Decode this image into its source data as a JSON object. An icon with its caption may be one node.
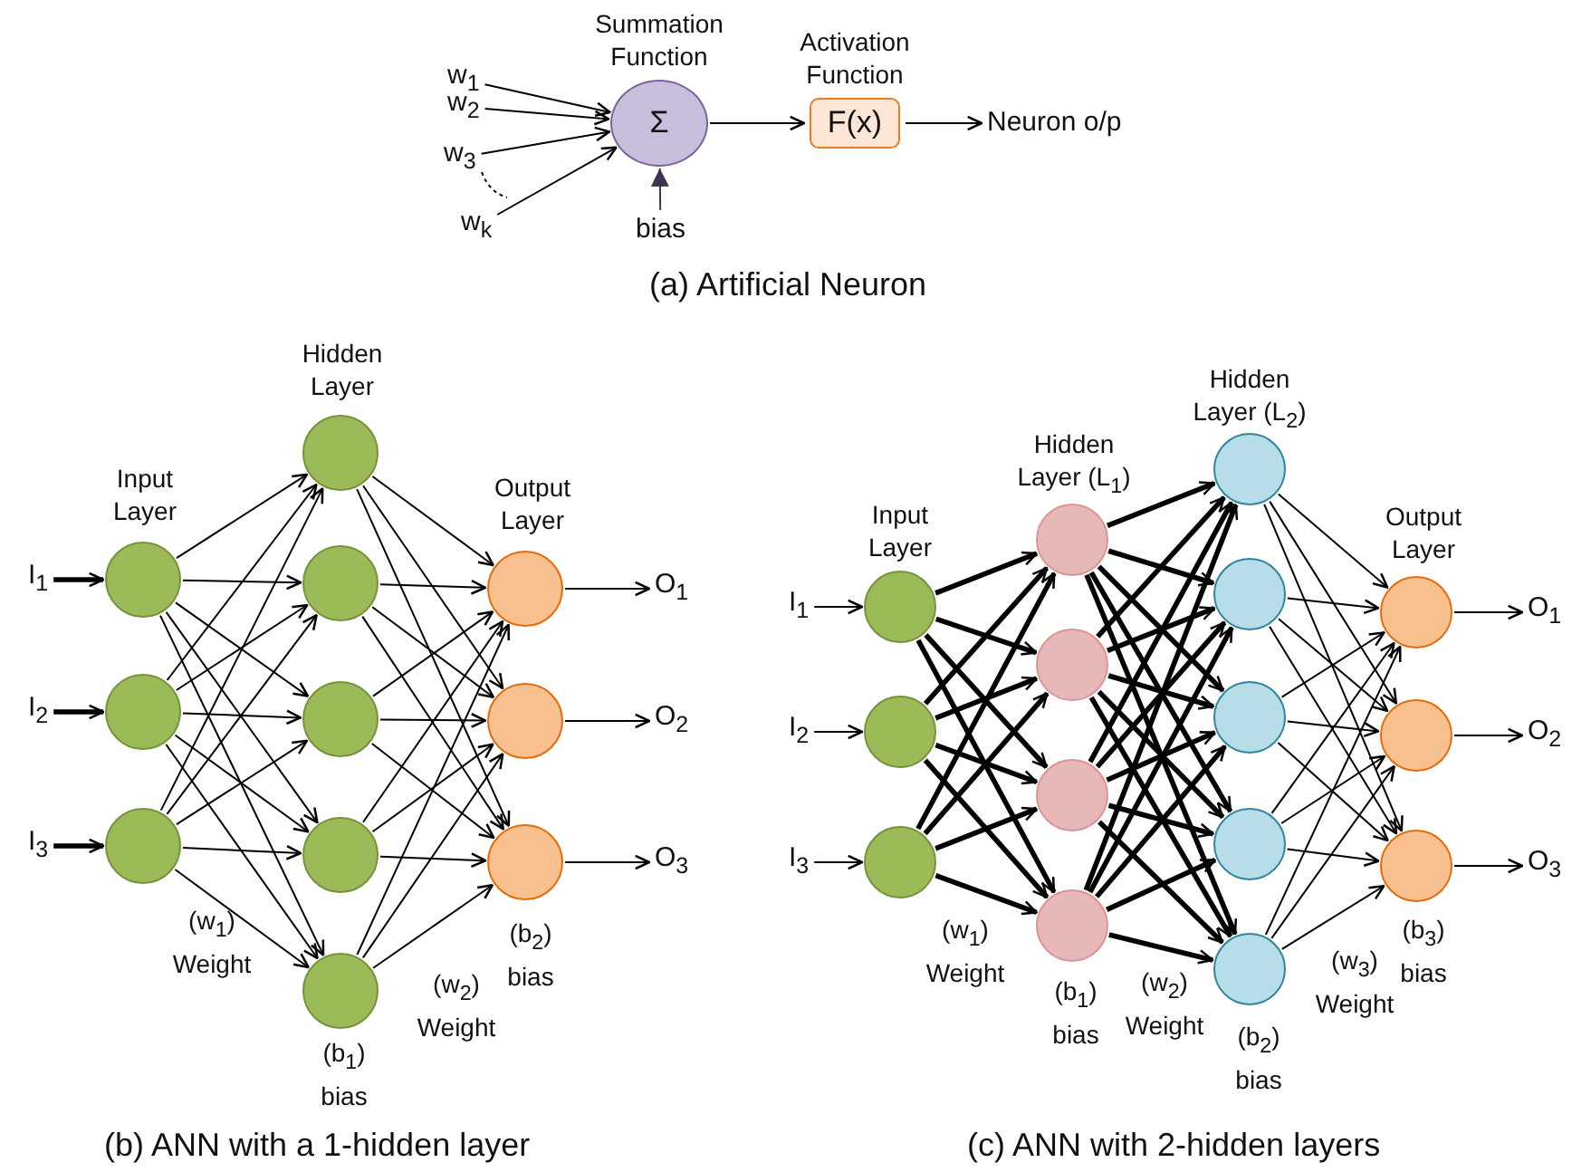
{
  "diagram": {
    "nodes": [
      {
        "text": [
          "w$_{1}$"
        ]
      },
      {
        "text": [
          "w$_{2}$"
        ]
      },
      {
        "text": [
          "w$_{3}$"
        ]
      },
      {
        "text": [
          "w$_{k}$"
        ]
      },
      {
        "text": [
          "Summation Function",
          "Σ"
        ]
      },
      {
        "text": [
          "bias"
        ]
      },
      {
        "text": [
          "Activation Function",
          "F(x)"
        ]
      },
      {
        "text": [
          "Neuron o/p"
        ]
      },
      {
        "text": [
          "I$_{1}$"
        ]
      },
      {
        "text": [
          "I$_{2}$"
        ]
      },
      {
        "text": [
          "I$_{3}$"
        ]
      },
      {
        "text": [],
        "shape": "circle"
      },
      {
        "text": [],
        "shape": "circle"
      },
      {
        "text": [],
        "shape": "circle"
      },
      {
        "text": [],
        "shape": "circle"
      },
      {
        "text": [],
        "shape": "circle"
      },
      {
        "text": [],
        "shape": "circle"
      },
      {
        "text": [],
        "shape": "circle"
      },
      {
        "text": [],
        "shape": "circle"
      },
      {
        "text": [],
        "shape": "circle"
      },
      {
        "text": [],
        "shape": "circle"
      },
      {
        "text": [],
        "shape": "circle"
      },
      {
        "text": [
          "O$_{1}$"
        ]
      },
      {
        "text": [
          "O$_{2}$"
        ]
      },
      {
        "text": [
          "O$_{3}$"
        ]
      },
      {
        "text": [
          "I$_{1}$"
        ]
      },
      {
        "text": [
          "I$_{2}$"
        ]
      },
      {
        "text": [
          "I$_{3}$"
        ]
      },
      {
        "text": [],
        "shape": "circle"
      },
      {
        "text": [],
        "shape": "circle"
      },
      {
        "text": [],
        "shape": "circle"
      },
      {
        "text": [],
        "shape": "circle"
      },
      {
        "text": [],
        "shape": "circle"
      },
      {
        "text": [],
        "shape": "circle"
      },
      {
        "text": [],
        "shape": "circle"
      },
      {
        "text": [],
        "shape": "circle"
      },
      {
        "text": [],
        "shape": "circle"
      },
      {
        "text": [],
        "shape": "circle"
      },
      {
        "text": [],
        "shape": "circle"
      },
      {
        "text": [],
        "shape": "circle"
      },
      {
        "text": [],
        "shape": "circle"
      },
      {
        "text": [],
        "shape": "circle"
      },
      {
        "text": [],
        "shape": "circle"
      },
      {
        "text": [
          "O$_{1}$"
        ]
      },
      {
        "text": [
          "O$_{2}$"
        ]
      },
      {
        "text": [
          "O$_{3}$"
        ]
      }
    ],
    "edges": [
      {
        "from": 0,
        "to": 4,
        "arrow": "to"
      },
      {
        "from": 1,
        "to": 4,
        "arrow": "to"
      },
      {
        "from": 2,
        "to": 4,
        "arrow": "to"
      },
      {
        "from": 3,
        "to": 4,
        "arrow": "to"
      },
      {
        "from": 5,
        "to": 4,
        "arrow": "to",
        "color": "#3f3151"
      },
      {
        "from": 4,
        "to": 6,
        "arrow": "to"
      },
      {
        "from": 6,
        "to": 7,
        "arrow": "to"
      },
      {
        "from": 8,
        "to": 11,
        "arrow": "to",
        "style": "thick"
      },
      {
        "from": 9,
        "to": 12,
        "arrow": "to",
        "style": "thick"
      },
      {
        "from": 10,
        "to": 13,
        "arrow": "to",
        "style": "thick"
      },
      {
        "from": 11,
        "to": 14,
        "arrow": "to"
      },
      {
        "from": 11,
        "to": 15,
        "arrow": "to"
      },
      {
        "from": 11,
        "to": 16,
        "arrow": "to"
      },
      {
        "from": 11,
        "to": 17,
        "arrow": "to"
      },
      {
        "from": 11,
        "to": 18,
        "arrow": "to"
      },
      {
        "from": 12,
        "to": 14,
        "arrow": "to"
      },
      {
        "from": 12,
        "to": 15,
        "arrow": "to"
      },
      {
        "from": 12,
        "to": 16,
        "arrow": "to"
      },
      {
        "from": 12,
        "to": 17,
        "arrow": "to"
      },
      {
        "from": 12,
        "to": 18,
        "arrow": "to"
      },
      {
        "from": 13,
        "to": 14,
        "arrow": "to"
      },
      {
        "from": 13,
        "to": 15,
        "arrow": "to"
      },
      {
        "from": 13,
        "to": 16,
        "arrow": "to"
      },
      {
        "from": 13,
        "to": 17,
        "arrow": "to"
      },
      {
        "from": 13,
        "to": 18,
        "arrow": "to"
      },
      {
        "from": 14,
        "to": 19,
        "arrow": "to"
      },
      {
        "from": 14,
        "to": 20,
        "arrow": "to"
      },
      {
        "from": 14,
        "to": 21,
        "arrow": "to"
      },
      {
        "from": 15,
        "to": 19,
        "arrow": "to"
      },
      {
        "from": 15,
        "to": 20,
        "arrow": "to"
      },
      {
        "from": 15,
        "to": 21,
        "arrow": "to"
      },
      {
        "from": 16,
        "to": 19,
        "arrow": "to"
      },
      {
        "from": 16,
        "to": 20,
        "arrow": "to"
      },
      {
        "from": 16,
        "to": 21,
        "arrow": "to"
      },
      {
        "from": 17,
        "to": 19,
        "arrow": "to"
      },
      {
        "from": 17,
        "to": 20,
        "arrow": "to"
      },
      {
        "from": 17,
        "to": 21,
        "arrow": "to"
      },
      {
        "from": 18,
        "to": 19,
        "arrow": "to"
      },
      {
        "from": 18,
        "to": 20,
        "arrow": "to"
      },
      {
        "from": 18,
        "to": 21,
        "arrow": "to"
      },
      {
        "from": 19,
        "to": 22,
        "arrow": "to"
      },
      {
        "from": 20,
        "to": 23,
        "arrow": "to"
      },
      {
        "from": 21,
        "to": 24,
        "arrow": "to"
      },
      {
        "from": 25,
        "to": 28,
        "arrow": "to"
      },
      {
        "from": 26,
        "to": 29,
        "arrow": "to"
      },
      {
        "from": 27,
        "to": 30,
        "arrow": "to"
      },
      {
        "from": 28,
        "to": 31,
        "arrow": "to",
        "style": "thick"
      },
      {
        "from": 28,
        "to": 32,
        "arrow": "to",
        "style": "thick"
      },
      {
        "from": 28,
        "to": 33,
        "arrow": "to",
        "style": "thick"
      },
      {
        "from": 28,
        "to": 34,
        "arrow": "to",
        "style": "thick"
      },
      {
        "from": 29,
        "to": 31,
        "arrow": "to",
        "style": "thick"
      },
      {
        "from": 29,
        "to": 32,
        "arrow": "to",
        "style": "thick"
      },
      {
        "from": 29,
        "to": 33,
        "arrow": "to",
        "style": "thick"
      },
      {
        "from": 29,
        "to": 34,
        "arrow": "to",
        "style": "thick"
      },
      {
        "from": 30,
        "to": 31,
        "arrow": "to",
        "style": "thick"
      },
      {
        "from": 30,
        "to": 32,
        "arrow": "to",
        "style": "thick"
      },
      {
        "from": 30,
        "to": 33,
        "arrow": "to",
        "style": "thick"
      },
      {
        "from": 30,
        "to": 34,
        "arrow": "to",
        "style": "thick"
      },
      {
        "from": 31,
        "to": 35,
        "arrow": "to",
        "style": "thick"
      },
      {
        "from": 31,
        "to": 36,
        "arrow": "to",
        "style": "thick"
      },
      {
        "from": 31,
        "to": 37,
        "arrow": "to",
        "style": "thick"
      },
      {
        "from": 31,
        "to": 38,
        "arrow": "to",
        "style": "thick"
      },
      {
        "from": 31,
        "to": 39,
        "arrow": "to",
        "style": "thick"
      },
      {
        "from": 32,
        "to": 35,
        "arrow": "to",
        "style": "thick"
      },
      {
        "from": 32,
        "to": 36,
        "arrow": "to",
        "style": "thick"
      },
      {
        "from": 32,
        "to": 37,
        "arrow": "to",
        "style": "thick"
      },
      {
        "from": 32,
        "to": 38,
        "arrow": "to",
        "style": "thick"
      },
      {
        "from": 32,
        "to": 39,
        "arrow": "to",
        "style": "thick"
      },
      {
        "from": 33,
        "to": 35,
        "arrow": "to",
        "style": "thick"
      },
      {
        "from": 33,
        "to": 36,
        "arrow": "to",
        "style": "thick"
      },
      {
        "from": 33,
        "to": 37,
        "arrow": "to",
        "style": "thick"
      },
      {
        "from": 33,
        "to": 38,
        "arrow": "to",
        "style": "thick"
      },
      {
        "from": 33,
        "to": 39,
        "arrow": "to",
        "style": "thick"
      },
      {
        "from": 34,
        "to": 35,
        "arrow": "to",
        "style": "thick"
      },
      {
        "from": 34,
        "to": 36,
        "arrow": "to",
        "style": "thick"
      },
      {
        "from": 34,
        "to": 37,
        "arrow": "to",
        "style": "thick"
      },
      {
        "from": 34,
        "to": 38,
        "arrow": "to",
        "style": "thick"
      },
      {
        "from": 34,
        "to": 39,
        "arrow": "to",
        "style": "thick"
      },
      {
        "from": 35,
        "to": 40,
        "arrow": "to"
      },
      {
        "from": 35,
        "to": 41,
        "arrow": "to"
      },
      {
        "from": 35,
        "to": 42,
        "arrow": "to"
      },
      {
        "from": 36,
        "to": 40,
        "arrow": "to"
      },
      {
        "from": 36,
        "to": 41,
        "arrow": "to"
      },
      {
        "from": 36,
        "to": 42,
        "arrow": "to"
      },
      {
        "from": 37,
        "to": 40,
        "arrow": "to"
      },
      {
        "from": 37,
        "to": 41,
        "arrow": "to"
      },
      {
        "from": 37,
        "to": 42,
        "arrow": "to"
      },
      {
        "from": 38,
        "to": 40,
        "arrow": "to"
      },
      {
        "from": 38,
        "to": 41,
        "arrow": "to"
      },
      {
        "from": 38,
        "to": 42,
        "arrow": "to"
      },
      {
        "from": 39,
        "to": 40,
        "arrow": "to"
      },
      {
        "from": 39,
        "to": 41,
        "arrow": "to"
      },
      {
        "from": 39,
        "to": 42,
        "arrow": "to"
      },
      {
        "from": 40,
        "to": 43,
        "arrow": "to"
      },
      {
        "from": 41,
        "to": 44,
        "arrow": "to"
      },
      {
        "from": 42,
        "to": 45,
        "arrow": "to"
      }
    ],
    "labels": [
      "(a) Artificial Neuron",
      "Input Layer",
      "Hidden Layer",
      "Output Layer",
      "(w$_{1}$) Weight",
      "(b$_{2}$) bias",
      "(w$_{2}$) Weight",
      "(b$_{1}$) bias",
      "Input Layer",
      "Hidden Layer (L$_{1}$)",
      "Hidden Layer (L$_{2}$)",
      "Output Layer",
      "(w$_{1}$) Weight",
      "(b$_{3}$) bias",
      "(b$_{1}$) bias",
      "(w$_{2}$) Weight",
      "(w$_{3}$) Weight",
      "(b$_{2}$) bias",
      "(b) ANN with a 1-hidden layer",
      "(c) ANN with 2-hidden layers"
    ]
  }
}
